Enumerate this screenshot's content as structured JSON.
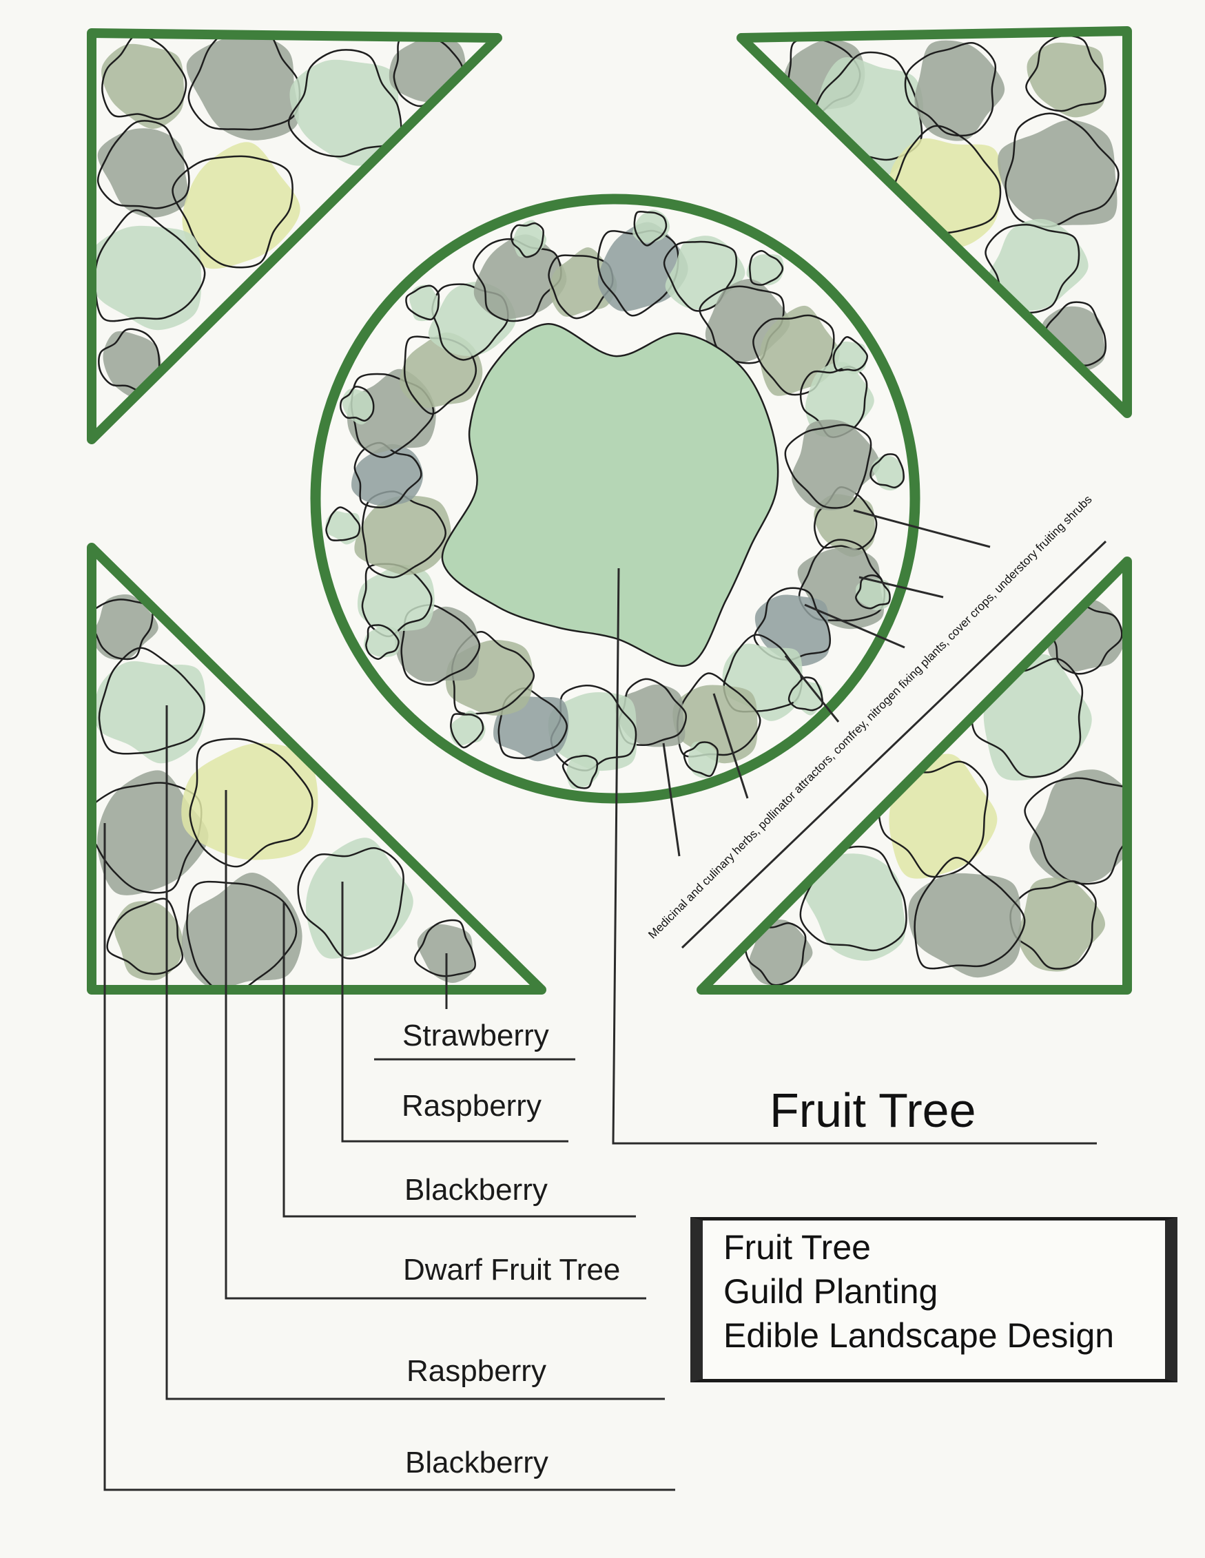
{
  "labels": {
    "strawberry": "Strawberry",
    "raspberry_upper": "Raspberry",
    "blackberry_upper": "Blackberry",
    "dwarf_fruit_tree": "Dwarf Fruit Tree",
    "raspberry_lower": "Raspberry",
    "blackberry_lower": "Blackberry",
    "fruit_tree": "Fruit Tree"
  },
  "understory_note": "Medicinal and culinary herbs, pollinator attractors, comfrey, nitrogen fixing plants, cover crops, understory fruiting shrubs",
  "title_block": {
    "line1": "Fruit Tree",
    "line2": "Guild Planting",
    "line3": "Edible Landscape Design"
  },
  "colors": {
    "border_green": "#3f7f3c",
    "tree_canopy": "#b5d6b5",
    "sage": "#a9b79a",
    "grey_green": "#9aa597",
    "pale_green": "#c2dac2",
    "yellow_green": "#dfe6a6",
    "blue_grey": "#8e9e9c"
  }
}
